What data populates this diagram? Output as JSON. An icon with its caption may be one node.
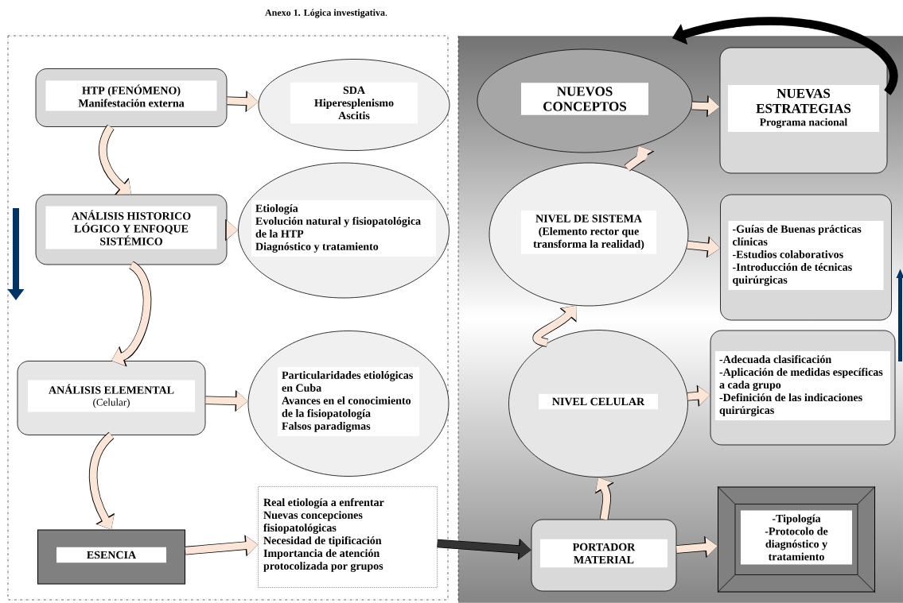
{
  "diagram": {
    "title": "**Anexo 1. Lógica investigativa**.",
    "nodes": [
      {
        "text": [
          "HTP (FENÓMENO)",
          "Manifestación externa"
        ]
      },
      {
        "text": [
          "SDA",
          "Hiperesplenismo",
          "Ascitis"
        ]
      },
      {
        "text": [
          "ANÁLISIS HISTORICO LÓGICO Y ENFOQUE SISTÉMICO"
        ]
      },
      {
        "text": [
          "Etiología",
          "Evolución natural y fisiopatológica de la HTP",
          "Diagnóstico y tratamiento"
        ]
      },
      {
        "text": [
          "ANÁLISIS ELEMENTAL",
          "(Celular)"
        ]
      },
      {
        "text": [
          "Particularidades etiológicas en Cuba",
          "Avances en el conocimiento de la fisiopatología",
          "Falsos paradigmas"
        ]
      },
      {
        "text": [
          "ESENCIA"
        ]
      },
      {
        "text": [
          "Real etiología a enfrentar",
          "Nuevas concepciones fisiopatológicas",
          "Necesidad de tipificación",
          "Importancia de atención protocolizada por grupos"
        ]
      },
      {
        "text": [
          "NUEVOS CONCEPTOS"
        ]
      },
      {
        "text": [
          "NUEVAS ESTRATEGIAS",
          "Programa nacional"
        ]
      },
      {
        "text": [
          "NIVEL DE SISTEMA",
          "(Elemento rector que transforma la realidad)"
        ]
      },
      {
        "text": [
          "-Guías de Buenas prácticas clínicas",
          "-Estudios colaborativos",
          "-Introducción de técnicas quirúrgicas"
        ]
      },
      {
        "text": [
          "NIVEL CELULAR"
        ]
      },
      {
        "text": [
          "-Adecuada clasificación",
          "-Aplicación de medidas específicas a cada grupo",
          "-Definición de las indicaciones quirúrgicas"
        ]
      },
      {
        "text": [
          "PORTADOR MATERIAL"
        ]
      },
      {
        "text": [
          "-Tipología",
          "-Protocolo de diagnóstico y tratamiento"
        ]
      }
    ],
    "edges": [
      {
        "from": 0,
        "to": 1,
        "arrow": "to"
      },
      {
        "from": 0,
        "to": 2,
        "arrow": "to"
      },
      {
        "from": 2,
        "to": 3,
        "arrow": "to"
      },
      {
        "from": 2,
        "to": 4,
        "arrow": "to"
      },
      {
        "from": 4,
        "to": 5,
        "arrow": "to"
      },
      {
        "from": 4,
        "to": 6,
        "arrow": "to"
      },
      {
        "from": 6,
        "to": 7,
        "arrow": "to"
      },
      {
        "from": 7,
        "to": 14,
        "arrow": "to",
        "color": "#333333"
      },
      {
        "from": 14,
        "to": 15,
        "arrow": "to"
      },
      {
        "from": 14,
        "to": 12,
        "arrow": "to"
      },
      {
        "from": 12,
        "to": 13,
        "arrow": "to"
      },
      {
        "from": 12,
        "to": 10,
        "arrow": "to"
      },
      {
        "from": 10,
        "to": 11,
        "arrow": "to"
      },
      {
        "from": 10,
        "to": 8,
        "arrow": "to"
      },
      {
        "from": 8,
        "to": 9,
        "arrow": "to"
      },
      {
        "from": 9,
        "to": null,
        "arrow": "to",
        "color": "#000000"
      }
    ]
  }
}
